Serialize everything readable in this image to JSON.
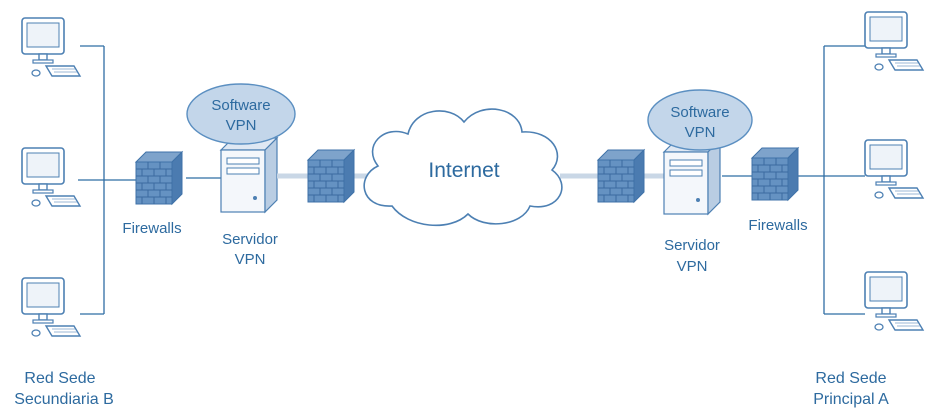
{
  "colors": {
    "line": "#2f6da4",
    "label": "#2d6a9f",
    "link": "#c9d7e6",
    "cloud_fill": "#ffffff",
    "bubble_fill": "#c3d6ea",
    "bubble_stroke": "#5b8fc1",
    "device_fill": "#e6eef7",
    "device_stroke": "#4d80b3",
    "brick": "#4f7fb5"
  },
  "left_site": {
    "label_line1": "Red Sede",
    "label_line2": "Secundiaria B",
    "firewall_label": "Firewalls",
    "server_label_line1": "Servidor",
    "server_label_line2": "VPN",
    "software_line1": "Software",
    "software_line2": "VPN",
    "workstation_icon": "desktop-computer-icon",
    "firewall_icon": "firewall-icon",
    "server_icon": "server-tower-icon"
  },
  "right_site": {
    "label_line1": "Red Sede",
    "label_line2": "Principal A",
    "firewall_label": "Firewalls",
    "server_label_line1": "Servidor",
    "server_label_line2": "VPN",
    "software_line1": "Software",
    "software_line2": "VPN",
    "workstation_icon": "desktop-computer-icon",
    "firewall_icon": "firewall-icon",
    "server_icon": "server-tower-icon"
  },
  "internet": {
    "label": "Internet",
    "icon": "cloud-icon"
  }
}
